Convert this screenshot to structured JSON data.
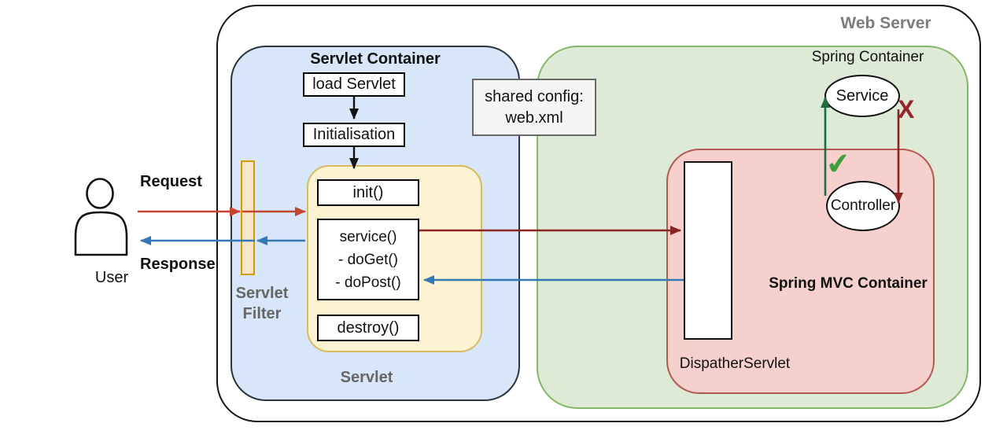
{
  "web_server": {
    "title": "Web Server"
  },
  "user": {
    "label": "User"
  },
  "flow": {
    "request": "Request",
    "response": "Response"
  },
  "filter": {
    "line1": "Servlet",
    "line2": "Filter"
  },
  "servlet_container": {
    "title": "Servlet Container",
    "load_servlet": "load Servlet",
    "initialisation": "Initialisation",
    "servlet_label": "Servlet",
    "init": "init()",
    "service1": "service()",
    "service2": "- doGet()",
    "service3": "- doPost()",
    "destroy": "destroy()"
  },
  "shared_config": {
    "line1": "shared config:",
    "line2": "web.xml"
  },
  "spring": {
    "title": "Spring Container",
    "mvc_title": "Spring MVC Container",
    "dispatcher": "DispatherServlet",
    "service": "Service",
    "controller": "Controller",
    "check": "✔",
    "cross": "X"
  },
  "colors": {
    "servlet_container_fill": "#d7e6f8",
    "servlet_box_fill": "#fdf2d1",
    "spring_container_fill": "#dcead6",
    "spring_mvc_fill": "#f5d0cc",
    "filter_fill": "#fae5c8",
    "request_arrow": "#c5452e",
    "response_arrow": "#3478b6",
    "internal_request_arrow": "#8b2320",
    "ok_green": "#3f9e3c",
    "blocked_red": "#992430"
  }
}
